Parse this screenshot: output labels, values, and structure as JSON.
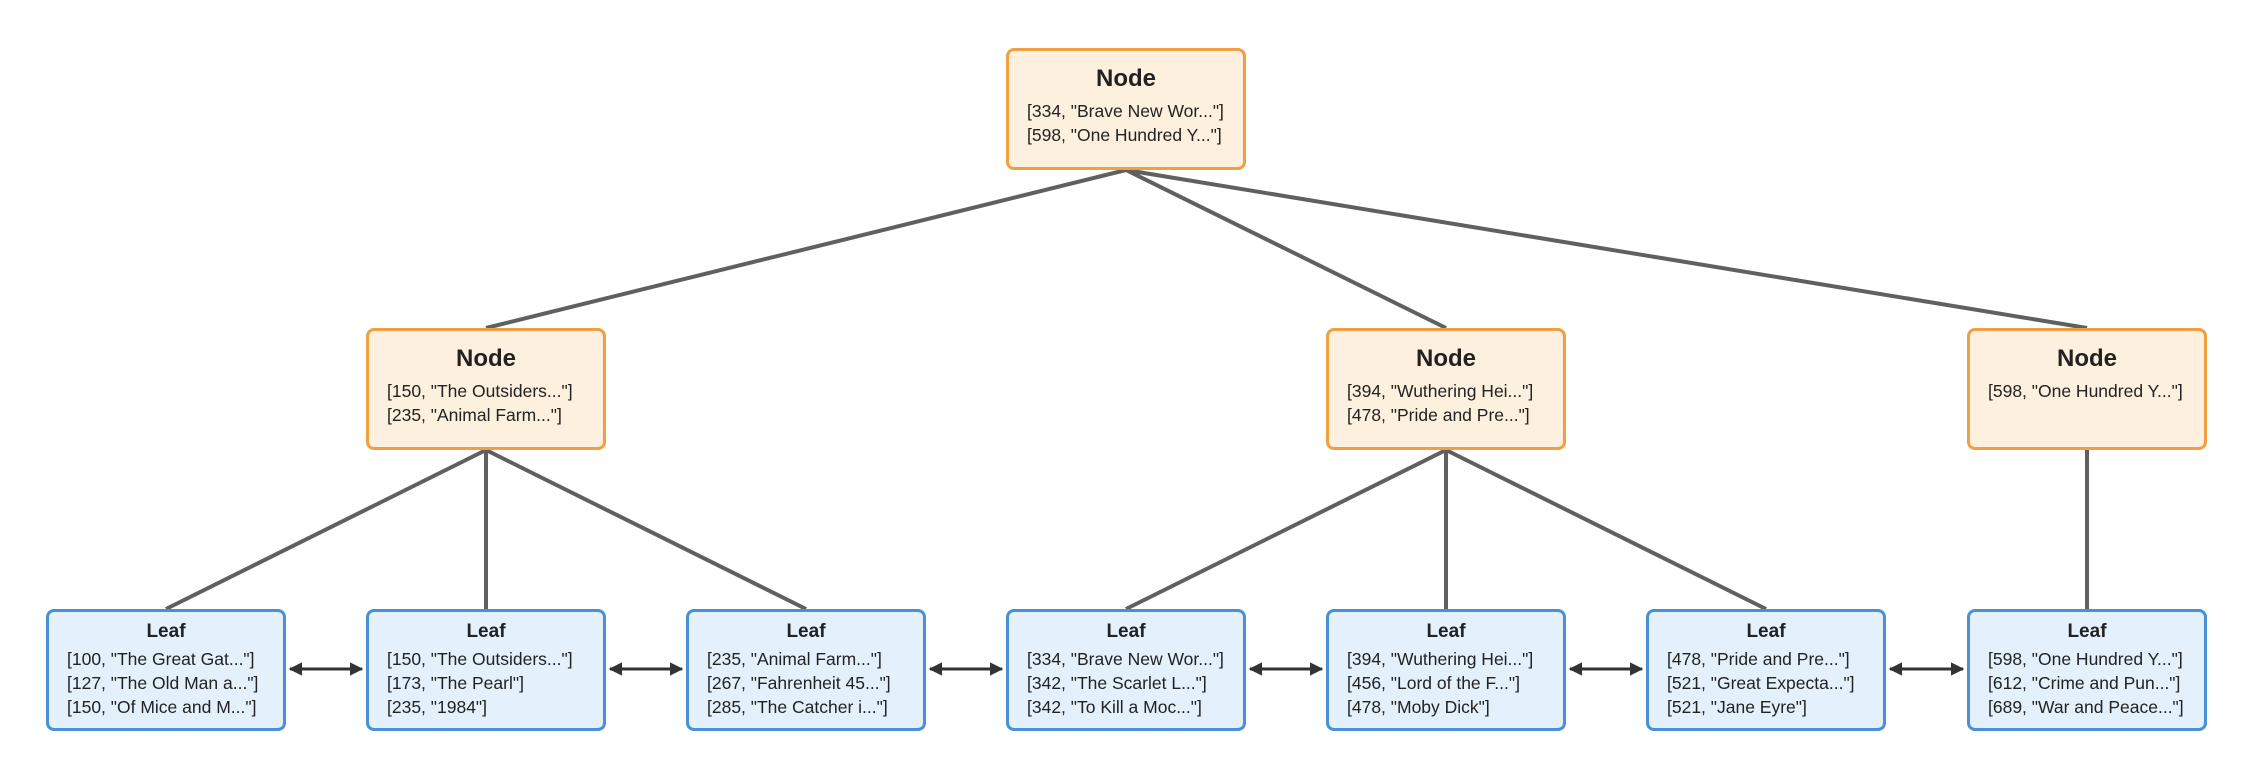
{
  "tree": {
    "root": {
      "title": "Node",
      "entries": [
        "[334, \"Brave New Wor...\"]",
        "[598, \"One Hundred Y...\"]"
      ]
    },
    "internal": [
      {
        "title": "Node",
        "entries": [
          "[150, \"The Outsiders...\"]",
          "[235, \"Animal Farm...\"]"
        ]
      },
      {
        "title": "Node",
        "entries": [
          "[394, \"Wuthering Hei...\"]",
          "[478, \"Pride and Pre...\"]"
        ]
      },
      {
        "title": "Node",
        "entries": [
          "[598, \"One Hundred Y...\"]"
        ]
      }
    ],
    "leaves": [
      {
        "title": "Leaf",
        "entries": [
          "[100, \"The Great Gat...\"]",
          "[127, \"The Old Man a...\"]",
          "[150, \"Of Mice and M...\"]"
        ]
      },
      {
        "title": "Leaf",
        "entries": [
          "[150, \"The Outsiders...\"]",
          "[173, \"The Pearl\"]",
          "[235, \"1984\"]"
        ]
      },
      {
        "title": "Leaf",
        "entries": [
          "[235, \"Animal Farm...\"]",
          "[267, \"Fahrenheit 45...\"]",
          "[285, \"The Catcher i...\"]"
        ]
      },
      {
        "title": "Leaf",
        "entries": [
          "[334, \"Brave New Wor...\"]",
          "[342, \"The Scarlet L...\"]",
          "[342, \"To Kill a Moc...\"]"
        ]
      },
      {
        "title": "Leaf",
        "entries": [
          "[394, \"Wuthering Hei...\"]",
          "[456, \"Lord of the F...\"]",
          "[478, \"Moby Dick\"]"
        ]
      },
      {
        "title": "Leaf",
        "entries": [
          "[478, \"Pride and Pre...\"]",
          "[521, \"Great Expecta...\"]",
          "[521, \"Jane Eyre\"]"
        ]
      },
      {
        "title": "Leaf",
        "entries": [
          "[598, \"One Hundred Y...\"]",
          "[612, \"Crime and Pun...\"]",
          "[689, \"War and Peace...\"]"
        ]
      }
    ],
    "children": {
      "root": [
        0,
        1,
        2
      ],
      "internal": [
        [
          0,
          1,
          2
        ],
        [
          3,
          4,
          5
        ],
        [
          6
        ]
      ]
    }
  },
  "colors": {
    "node_fill": "#fdf0de",
    "node_border": "#f0a040",
    "leaf_fill": "#e4f1fc",
    "leaf_border": "#4a90d9",
    "edge": "#606060",
    "arrow": "#333333"
  }
}
